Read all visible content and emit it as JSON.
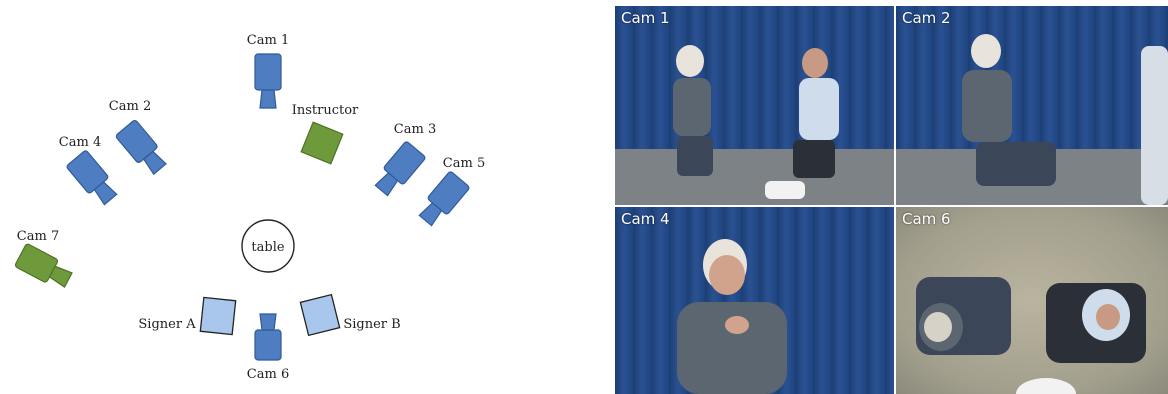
{
  "diagram": {
    "cameras": [
      {
        "id": "cam1",
        "label": "Cam 1",
        "color": "#4f7dc1"
      },
      {
        "id": "cam2",
        "label": "Cam 2",
        "color": "#4f7dc1"
      },
      {
        "id": "cam3",
        "label": "Cam 3",
        "color": "#4f7dc1"
      },
      {
        "id": "cam4",
        "label": "Cam 4",
        "color": "#4f7dc1"
      },
      {
        "id": "cam5",
        "label": "Cam 5",
        "color": "#4f7dc1"
      },
      {
        "id": "cam6",
        "label": "Cam 6",
        "color": "#4f7dc1"
      },
      {
        "id": "cam7",
        "label": "Cam 7",
        "color": "#6f9a3b"
      }
    ],
    "instructor_label": "Instructor",
    "table_label": "table",
    "signer_a_label": "Signer A",
    "signer_b_label": "Signer B"
  },
  "views": [
    {
      "label": "Cam 1"
    },
    {
      "label": "Cam 2"
    },
    {
      "label": "Cam 4"
    },
    {
      "label": "Cam 6"
    }
  ]
}
